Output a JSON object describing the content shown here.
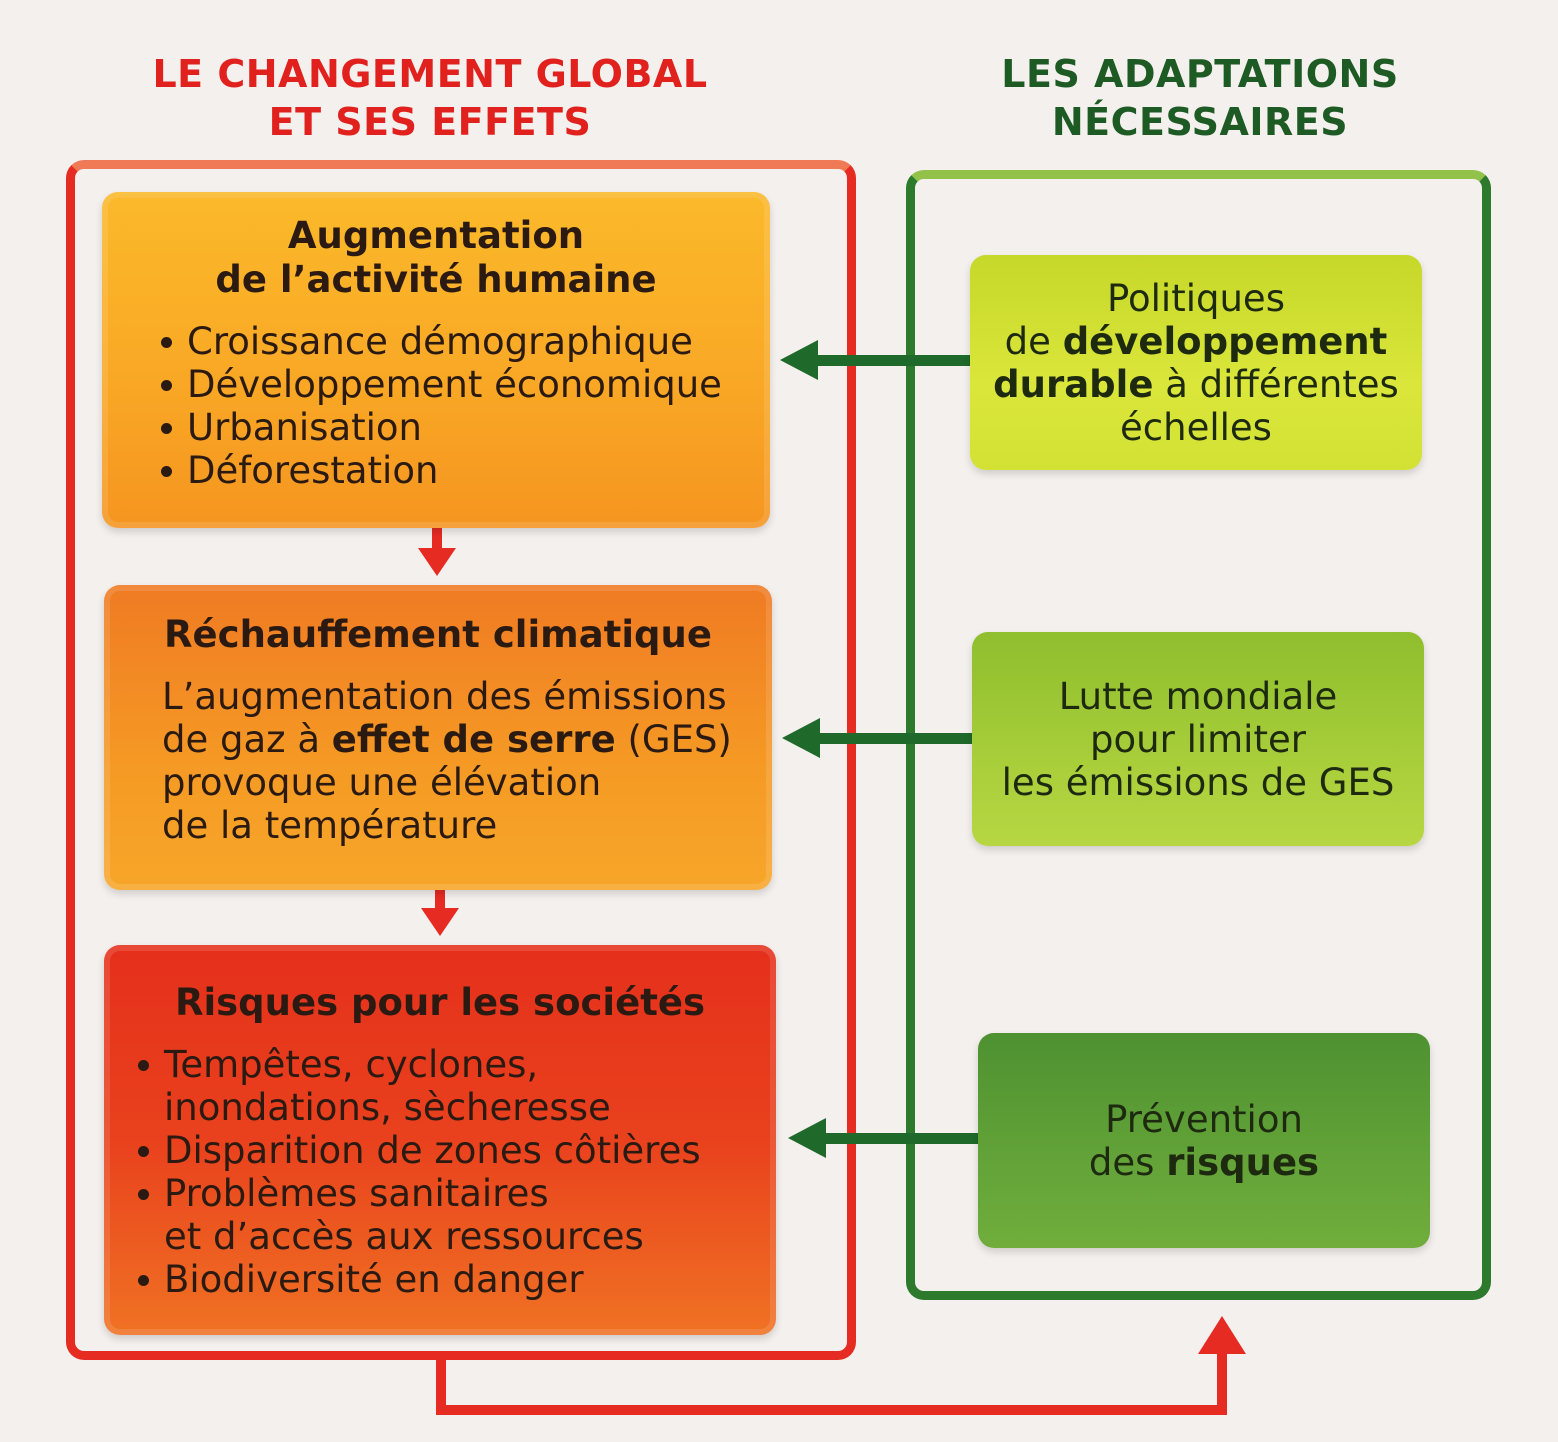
{
  "left_heading": {
    "line1": "LE CHANGEMENT GLOBAL",
    "line2": "ET SES EFFETS"
  },
  "right_heading": {
    "line1": "LES ADAPTATIONS",
    "line2": "NÉCESSAIRES"
  },
  "effects": [
    {
      "title_line1": "Augmentation",
      "title_line2": "de l’activité humaine",
      "bullets": [
        "Croissance démographique",
        "Développement économique",
        "Urbanisation",
        "Déforestation"
      ]
    },
    {
      "title": "Réchauffement climatique",
      "text_a": "L’augmentation des émissions",
      "text_b1": "de gaz à ",
      "text_b_bold": "effet de serre",
      "text_b2": " (GES)",
      "text_c": "provoque une élévation",
      "text_d": "de la température"
    },
    {
      "title": "Risques pour les sociétés",
      "bullets": [
        {
          "line1": "Tempêtes, cyclones,",
          "line2": "inondations, sècheresse"
        },
        {
          "line1": "Disparition de zones côtières"
        },
        {
          "line1": "Problèmes sanitaires",
          "line2": "et d’accès aux ressources"
        },
        {
          "line1": "Biodiversité en danger"
        }
      ]
    }
  ],
  "adaptations": [
    {
      "line1": "Politiques",
      "line2_a": "de ",
      "line2_bold": "développement",
      "line3_bold": "durable",
      "line3_b": " à différentes",
      "line4": "échelles"
    },
    {
      "line1": "Lutte mondiale",
      "line2": "pour limiter",
      "line3": "les émissions de GES"
    },
    {
      "line1": "Prévention",
      "line2_a": "des ",
      "line2_bold": "risques"
    }
  ],
  "colors": {
    "red_accent": "#e0211d",
    "green_accent": "#1d5a24",
    "arrow_red": "#e62b22",
    "arrow_green": "#1f6a2a"
  }
}
